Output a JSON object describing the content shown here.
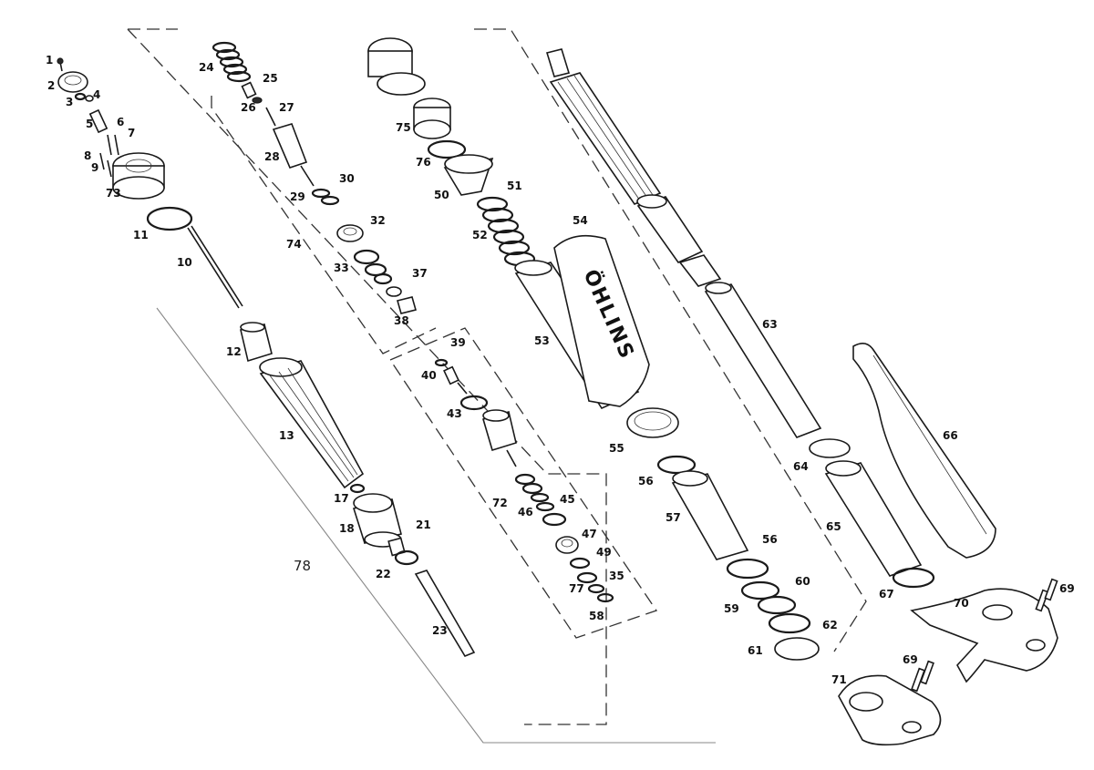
{
  "brand": {
    "text": "ÖHLINS"
  },
  "callouts": [
    {
      "id": "c1",
      "text": "1"
    },
    {
      "id": "c2",
      "text": "2"
    },
    {
      "id": "c3",
      "text": "3"
    },
    {
      "id": "c4",
      "text": "4"
    },
    {
      "id": "c5",
      "text": "5"
    },
    {
      "id": "c6",
      "text": "6"
    },
    {
      "id": "c7",
      "text": "7"
    },
    {
      "id": "c8",
      "text": "8"
    },
    {
      "id": "c9",
      "text": "9"
    },
    {
      "id": "c73",
      "text": "73"
    },
    {
      "id": "c11",
      "text": "11"
    },
    {
      "id": "c10",
      "text": "10"
    },
    {
      "id": "c12",
      "text": "12"
    },
    {
      "id": "c13",
      "text": "13"
    },
    {
      "id": "c17",
      "text": "17"
    },
    {
      "id": "c18",
      "text": "18"
    },
    {
      "id": "c21",
      "text": "21"
    },
    {
      "id": "c22",
      "text": "22"
    },
    {
      "id": "c23",
      "text": "23"
    },
    {
      "id": "c78",
      "text": "78"
    },
    {
      "id": "c24",
      "text": "24"
    },
    {
      "id": "c25",
      "text": "25"
    },
    {
      "id": "c26",
      "text": "26"
    },
    {
      "id": "c27",
      "text": "27"
    },
    {
      "id": "c28",
      "text": "28"
    },
    {
      "id": "c29",
      "text": "29"
    },
    {
      "id": "c30",
      "text": "30"
    },
    {
      "id": "c32",
      "text": "32"
    },
    {
      "id": "c74",
      "text": "74"
    },
    {
      "id": "c33",
      "text": "33"
    },
    {
      "id": "c37",
      "text": "37"
    },
    {
      "id": "c38",
      "text": "38"
    },
    {
      "id": "c39",
      "text": "39"
    },
    {
      "id": "c40",
      "text": "40"
    },
    {
      "id": "c43",
      "text": "43"
    },
    {
      "id": "c72",
      "text": "72"
    },
    {
      "id": "c45",
      "text": "45"
    },
    {
      "id": "c46",
      "text": "46"
    },
    {
      "id": "c47",
      "text": "47"
    },
    {
      "id": "c49",
      "text": "49"
    },
    {
      "id": "c77",
      "text": "77"
    },
    {
      "id": "c35",
      "text": "35"
    },
    {
      "id": "c58",
      "text": "58"
    },
    {
      "id": "c75",
      "text": "75"
    },
    {
      "id": "c76",
      "text": "76"
    },
    {
      "id": "c50",
      "text": "50"
    },
    {
      "id": "c51",
      "text": "51"
    },
    {
      "id": "c52",
      "text": "52"
    },
    {
      "id": "c54",
      "text": "54"
    },
    {
      "id": "c53",
      "text": "53"
    },
    {
      "id": "c55",
      "text": "55"
    },
    {
      "id": "c56a",
      "text": "56"
    },
    {
      "id": "c57",
      "text": "57"
    },
    {
      "id": "c56b",
      "text": "56"
    },
    {
      "id": "c60",
      "text": "60"
    },
    {
      "id": "c59",
      "text": "59"
    },
    {
      "id": "c61",
      "text": "61"
    },
    {
      "id": "c62",
      "text": "62"
    },
    {
      "id": "c63",
      "text": "63"
    },
    {
      "id": "c64",
      "text": "64"
    },
    {
      "id": "c65",
      "text": "65"
    },
    {
      "id": "c66",
      "text": "66"
    },
    {
      "id": "c67",
      "text": "67"
    },
    {
      "id": "c70",
      "text": "70"
    },
    {
      "id": "c69a",
      "text": "69"
    },
    {
      "id": "c69b",
      "text": "69"
    },
    {
      "id": "c71",
      "text": "71"
    }
  ]
}
